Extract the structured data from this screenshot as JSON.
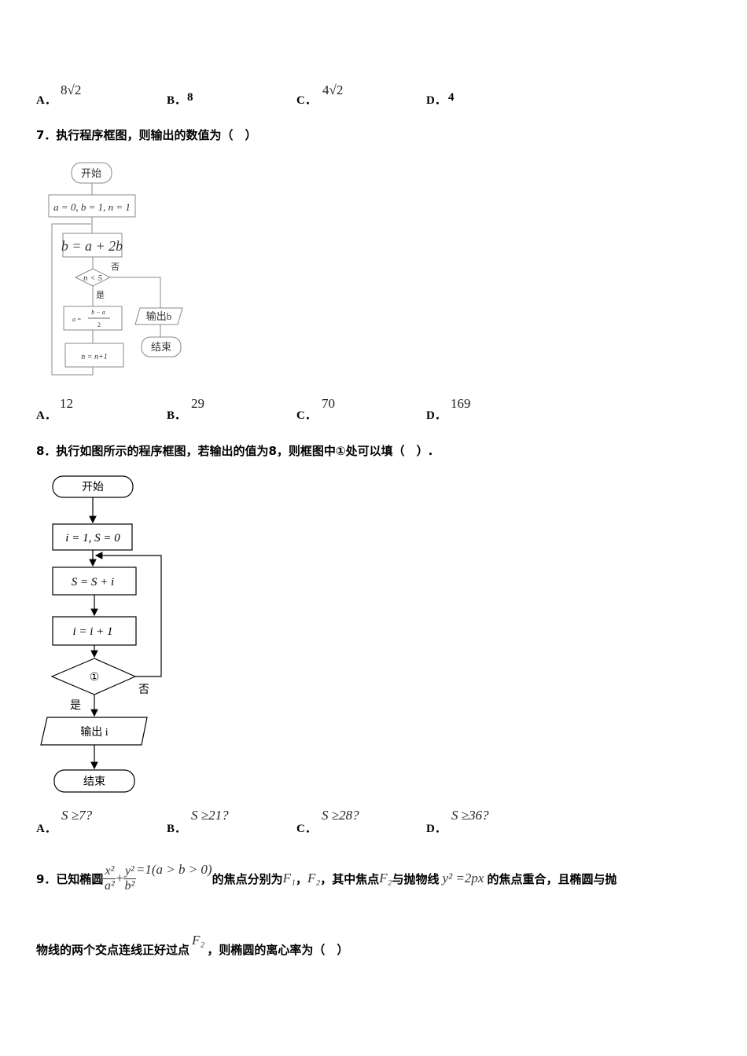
{
  "q6": {
    "options": [
      {
        "label": "A．",
        "value": "8√2"
      },
      {
        "label": "B．",
        "value": "8"
      },
      {
        "label": "C．",
        "value": "4√2"
      },
      {
        "label": "D．",
        "value": "4"
      }
    ]
  },
  "q7": {
    "title": "7．执行程序框图，则输出的数值为（　）",
    "flow": {
      "start": "开始",
      "init": "a = 0, b = 1, n = 1",
      "step": "b = a + 2b",
      "cond": "n < 5",
      "no": "否",
      "yes": "是",
      "assign_lhs": "a =",
      "assign_num": "b − a",
      "assign_den": "2",
      "inc": "n = n+1",
      "output": "输出b",
      "end": "结束"
    },
    "options": [
      {
        "label": "A．",
        "value": "12"
      },
      {
        "label": "B．",
        "value": "29"
      },
      {
        "label": "C．",
        "value": "70"
      },
      {
        "label": "D．",
        "value": "169"
      }
    ]
  },
  "q8": {
    "title": "8．执行如图所示的程序框图，若输出的值为8，则框图中①处可以填（　）.",
    "flow": {
      "start": "开始",
      "init": "i = 1, S = 0",
      "step1": "S = S + i",
      "step2": "i = i + 1",
      "cond": "①",
      "no": "否",
      "yes": "是",
      "output": "输出 i",
      "end": "结束"
    },
    "options": [
      {
        "label": "A．",
        "value": "S ≥7?"
      },
      {
        "label": "B．",
        "value": "S ≥21?"
      },
      {
        "label": "C．",
        "value": "S ≥28?"
      },
      {
        "label": "D．",
        "value": "S ≥36?"
      }
    ]
  },
  "q9": {
    "num": "9．已知椭圆",
    "frac1_num": "x²",
    "frac1_den": "a²",
    "plus": "+",
    "frac2_num": "y²",
    "frac2_den": "b²",
    "eq": "=1(a > b > 0)",
    "t1": "的焦点分别为",
    "F1": "F₁",
    "comma": "，",
    "F2": "F₂",
    "t2": "，其中焦点",
    "t3": "与抛物线",
    "parabola": "y² =2px",
    "t4": "的焦点重合，且椭圆与抛",
    "line2": "物线的两个交点连线正好过点",
    "line2_F2": "F₂",
    "line2_end": "，则椭圆的离心率为（　）"
  }
}
